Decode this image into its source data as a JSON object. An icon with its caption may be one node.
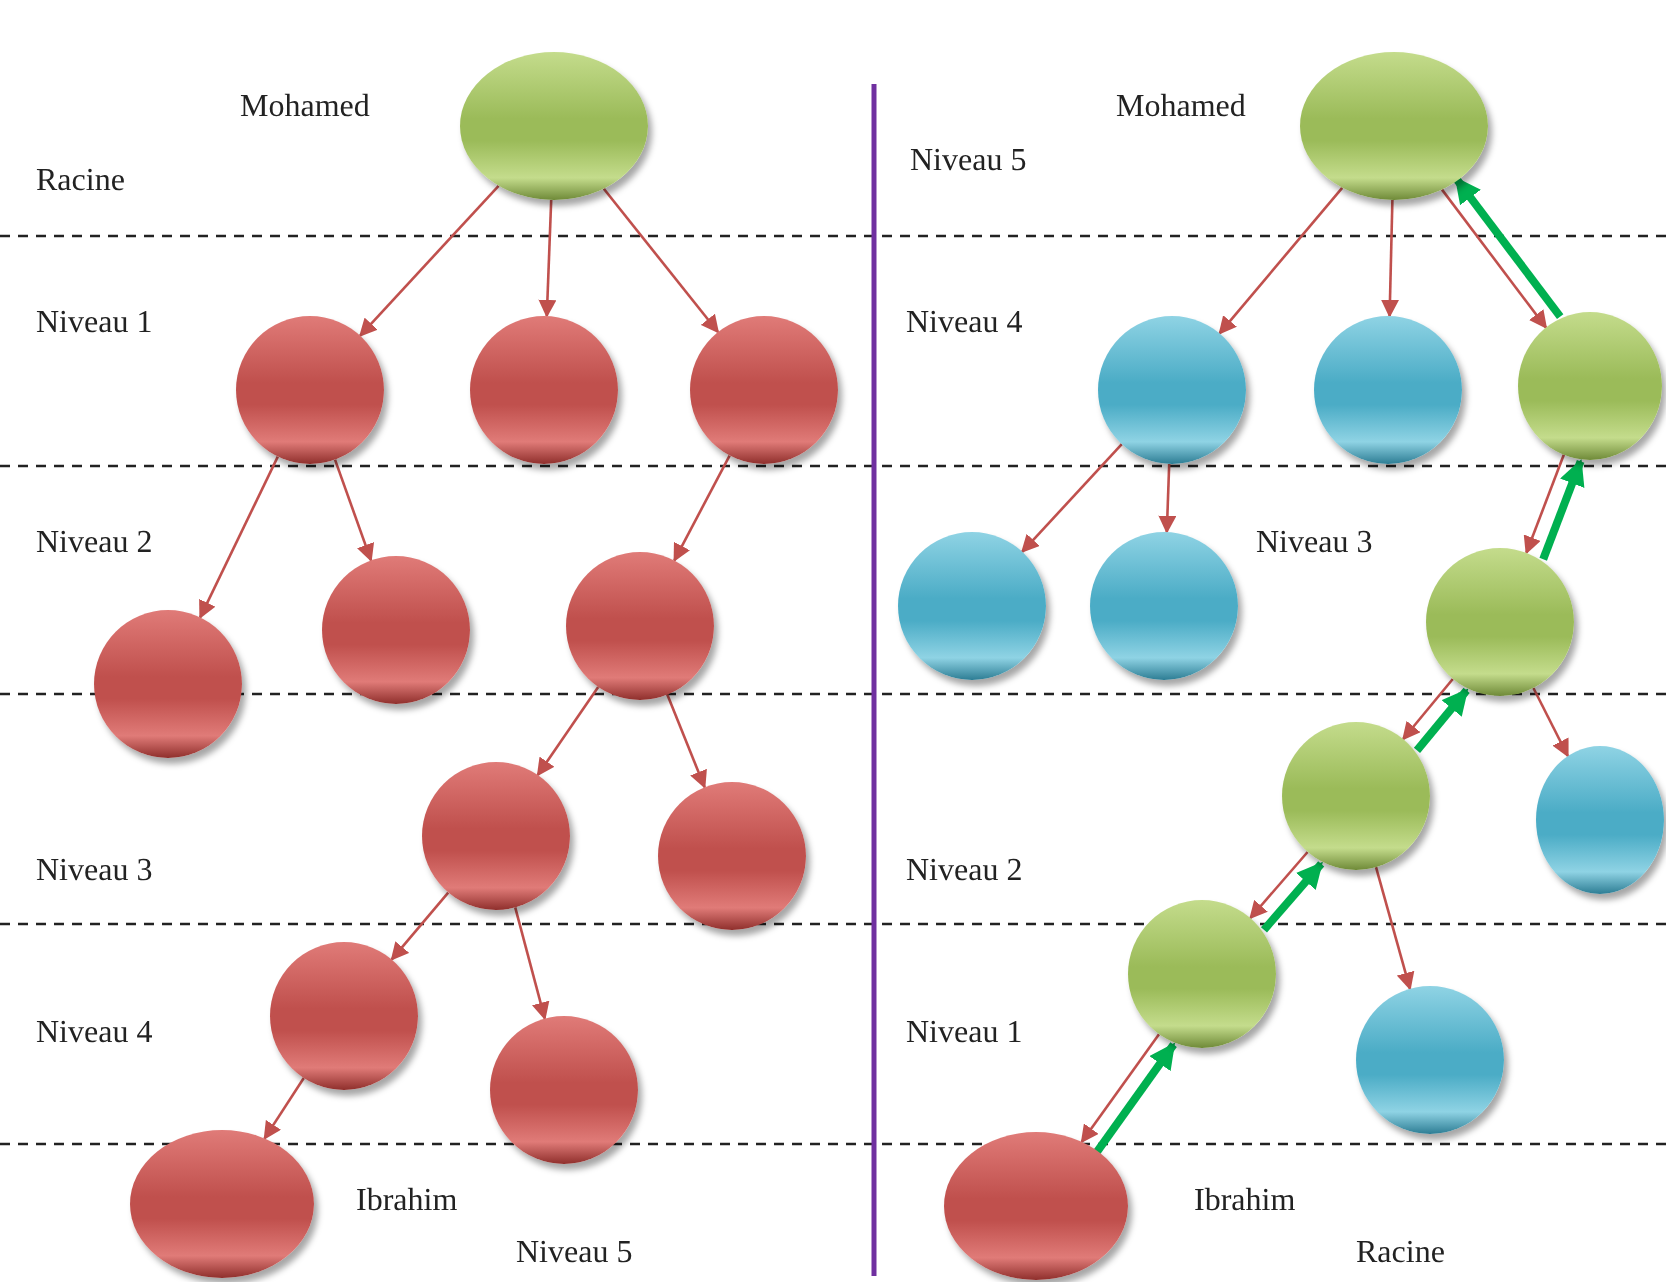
{
  "diagram": {
    "nodes": [
      {
        "text": [],
        "shape": "circle",
        "beside": [
          "Mohamed"
        ]
      },
      {
        "text": [],
        "shape": "circle"
      },
      {
        "text": [],
        "shape": "circle"
      },
      {
        "text": [],
        "shape": "circle"
      },
      {
        "text": [],
        "shape": "circle"
      },
      {
        "text": [],
        "shape": "circle"
      },
      {
        "text": [],
        "shape": "circle"
      },
      {
        "text": [],
        "shape": "circle"
      },
      {
        "text": [],
        "shape": "circle"
      },
      {
        "text": [],
        "shape": "circle"
      },
      {
        "text": [],
        "shape": "circle"
      },
      {
        "text": [],
        "shape": "circle",
        "beside": [
          "Ibrahim"
        ]
      },
      {
        "text": [],
        "shape": "circle",
        "beside": [
          "Mohamed"
        ]
      },
      {
        "text": [],
        "shape": "circle"
      },
      {
        "text": [],
        "shape": "circle"
      },
      {
        "text": [],
        "shape": "circle"
      },
      {
        "text": [],
        "shape": "circle"
      },
      {
        "text": [],
        "shape": "circle"
      },
      {
        "text": [],
        "shape": "circle"
      },
      {
        "text": [],
        "shape": "circle"
      },
      {
        "text": [],
        "shape": "circle"
      },
      {
        "text": [],
        "shape": "circle"
      },
      {
        "text": [],
        "shape": "circle"
      },
      {
        "text": [],
        "shape": "circle",
        "beside": [
          "Ibrahim"
        ]
      }
    ],
    "edges": [
      {
        "from": 0,
        "to": 1,
        "arrow": "to"
      },
      {
        "from": 0,
        "to": 2,
        "arrow": "to"
      },
      {
        "from": 0,
        "to": 3,
        "arrow": "to"
      },
      {
        "from": 1,
        "to": 4,
        "arrow": "to"
      },
      {
        "from": 1,
        "to": 5,
        "arrow": "to"
      },
      {
        "from": 3,
        "to": 6,
        "arrow": "to"
      },
      {
        "from": 6,
        "to": 7,
        "arrow": "to"
      },
      {
        "from": 6,
        "to": 8,
        "arrow": "to"
      },
      {
        "from": 7,
        "to": 9,
        "arrow": "to"
      },
      {
        "from": 7,
        "to": 10,
        "arrow": "to"
      },
      {
        "from": 9,
        "to": 11,
        "arrow": "to"
      },
      {
        "from": 12,
        "to": 13,
        "arrow": "to"
      },
      {
        "from": 12,
        "to": 14,
        "arrow": "to"
      },
      {
        "from": 12,
        "to": 15,
        "arrow": "to"
      },
      {
        "from": 13,
        "to": 16,
        "arrow": "to"
      },
      {
        "from": 13,
        "to": 17,
        "arrow": "to"
      },
      {
        "from": 15,
        "to": 18,
        "arrow": "to"
      },
      {
        "from": 18,
        "to": 19,
        "arrow": "to"
      },
      {
        "from": 18,
        "to": 20,
        "arrow": "to"
      },
      {
        "from": 19,
        "to": 21,
        "arrow": "to"
      },
      {
        "from": 19,
        "to": 22,
        "arrow": "to"
      },
      {
        "from": 21,
        "to": 23,
        "arrow": "to"
      },
      {
        "from": 23,
        "to": 21,
        "arrow": "to",
        "style": "thick",
        "color": "#00b050"
      },
      {
        "from": 21,
        "to": 19,
        "arrow": "to",
        "style": "thick",
        "color": "#00b050"
      },
      {
        "from": 19,
        "to": 18,
        "arrow": "to",
        "style": "thick",
        "color": "#00b050"
      },
      {
        "from": 18,
        "to": 15,
        "arrow": "to",
        "style": "thick",
        "color": "#00b050"
      },
      {
        "from": 15,
        "to": 12,
        "arrow": "to",
        "style": "thick",
        "color": "#00b050"
      }
    ],
    "labels": [
      "Racine",
      "Niveau 5",
      "Niveau 1",
      "Niveau 4",
      "Niveau 2",
      "Niveau 3",
      "Niveau 3",
      "Niveau 2",
      "Niveau 4",
      "Niveau 1",
      "Niveau 5",
      "Racine"
    ]
  }
}
